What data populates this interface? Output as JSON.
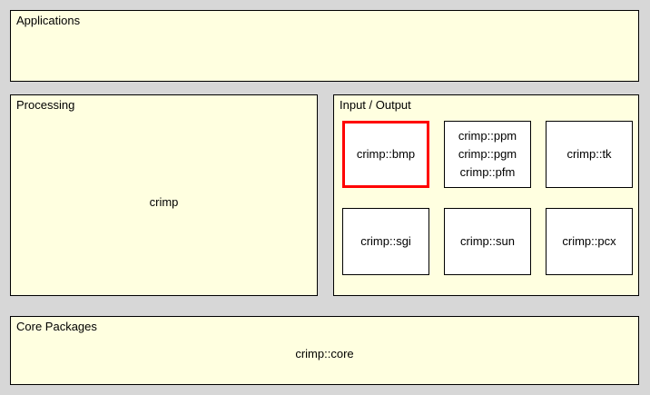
{
  "canvas": {
    "background_color": "#d7d7d7",
    "panel_fill_color": "#ffffe0",
    "module_fill_color": "#ffffff",
    "border_color": "#000000",
    "highlight_color": "#ff0000"
  },
  "panels": {
    "applications": {
      "title": "Applications",
      "contents": []
    },
    "processing": {
      "title": "Processing",
      "center_label": "crimp"
    },
    "io": {
      "title": "Input / Output",
      "modules": [
        {
          "id": "bmp",
          "lines": [
            "crimp::bmp"
          ],
          "highlighted": true
        },
        {
          "id": "pnm",
          "lines": [
            "crimp::ppm",
            "crimp::pgm",
            "crimp::pfm"
          ],
          "highlighted": false
        },
        {
          "id": "tk",
          "lines": [
            "crimp::tk"
          ],
          "highlighted": false
        },
        {
          "id": "sgi",
          "lines": [
            "crimp::sgi"
          ],
          "highlighted": false
        },
        {
          "id": "sun",
          "lines": [
            "crimp::sun"
          ],
          "highlighted": false
        },
        {
          "id": "pcx",
          "lines": [
            "crimp::pcx"
          ],
          "highlighted": false
        }
      ]
    },
    "core": {
      "title": "Core Packages",
      "center_label": "crimp::core"
    }
  }
}
